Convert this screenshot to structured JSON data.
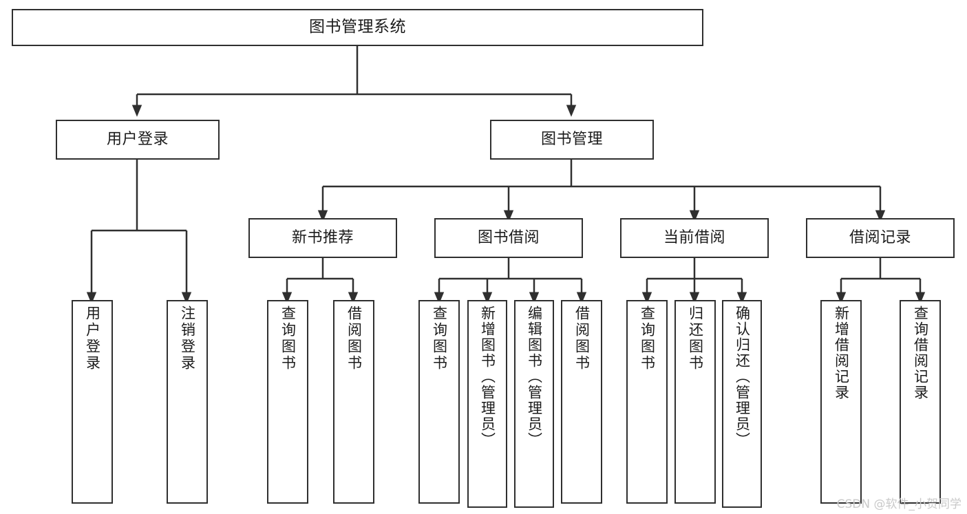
{
  "diagram": {
    "title": "图书管理系统",
    "type": "tree-hierarchy-chart",
    "watermark": "CSDN @软件_小贺同学",
    "colors": {
      "background": "#ffffff",
      "node_fill": "#ffffff",
      "node_stroke": "#2f2f2f",
      "edge_stroke": "#2f2f2f",
      "text": "#1b1b1b",
      "watermark": "#c9c9c9"
    },
    "root": {
      "label": "图书管理系统"
    },
    "level2": [
      {
        "label": "用户登录"
      },
      {
        "label": "图书管理"
      }
    ],
    "level3": [
      {
        "label": "新书推荐"
      },
      {
        "label": "图书借阅"
      },
      {
        "label": "当前借阅"
      },
      {
        "label": "借阅记录"
      }
    ],
    "leaves": {
      "user_login": [
        {
          "label": "用户登录"
        },
        {
          "label": "注销登录"
        }
      ],
      "new_book_recommend": [
        {
          "label": "查询图书"
        },
        {
          "label": "借阅图书"
        }
      ],
      "book_borrow": [
        {
          "label": "查询图书"
        },
        {
          "label": "新增图书（管理员）"
        },
        {
          "label": "编辑图书（管理员）"
        },
        {
          "label": "借阅图书"
        }
      ],
      "current_borrow": [
        {
          "label": "查询图书"
        },
        {
          "label": "归还图书"
        },
        {
          "label": "确认归还（管理员）"
        }
      ],
      "borrow_record": [
        {
          "label": "新增借阅记录"
        },
        {
          "label": "查询借阅记录"
        }
      ]
    }
  }
}
